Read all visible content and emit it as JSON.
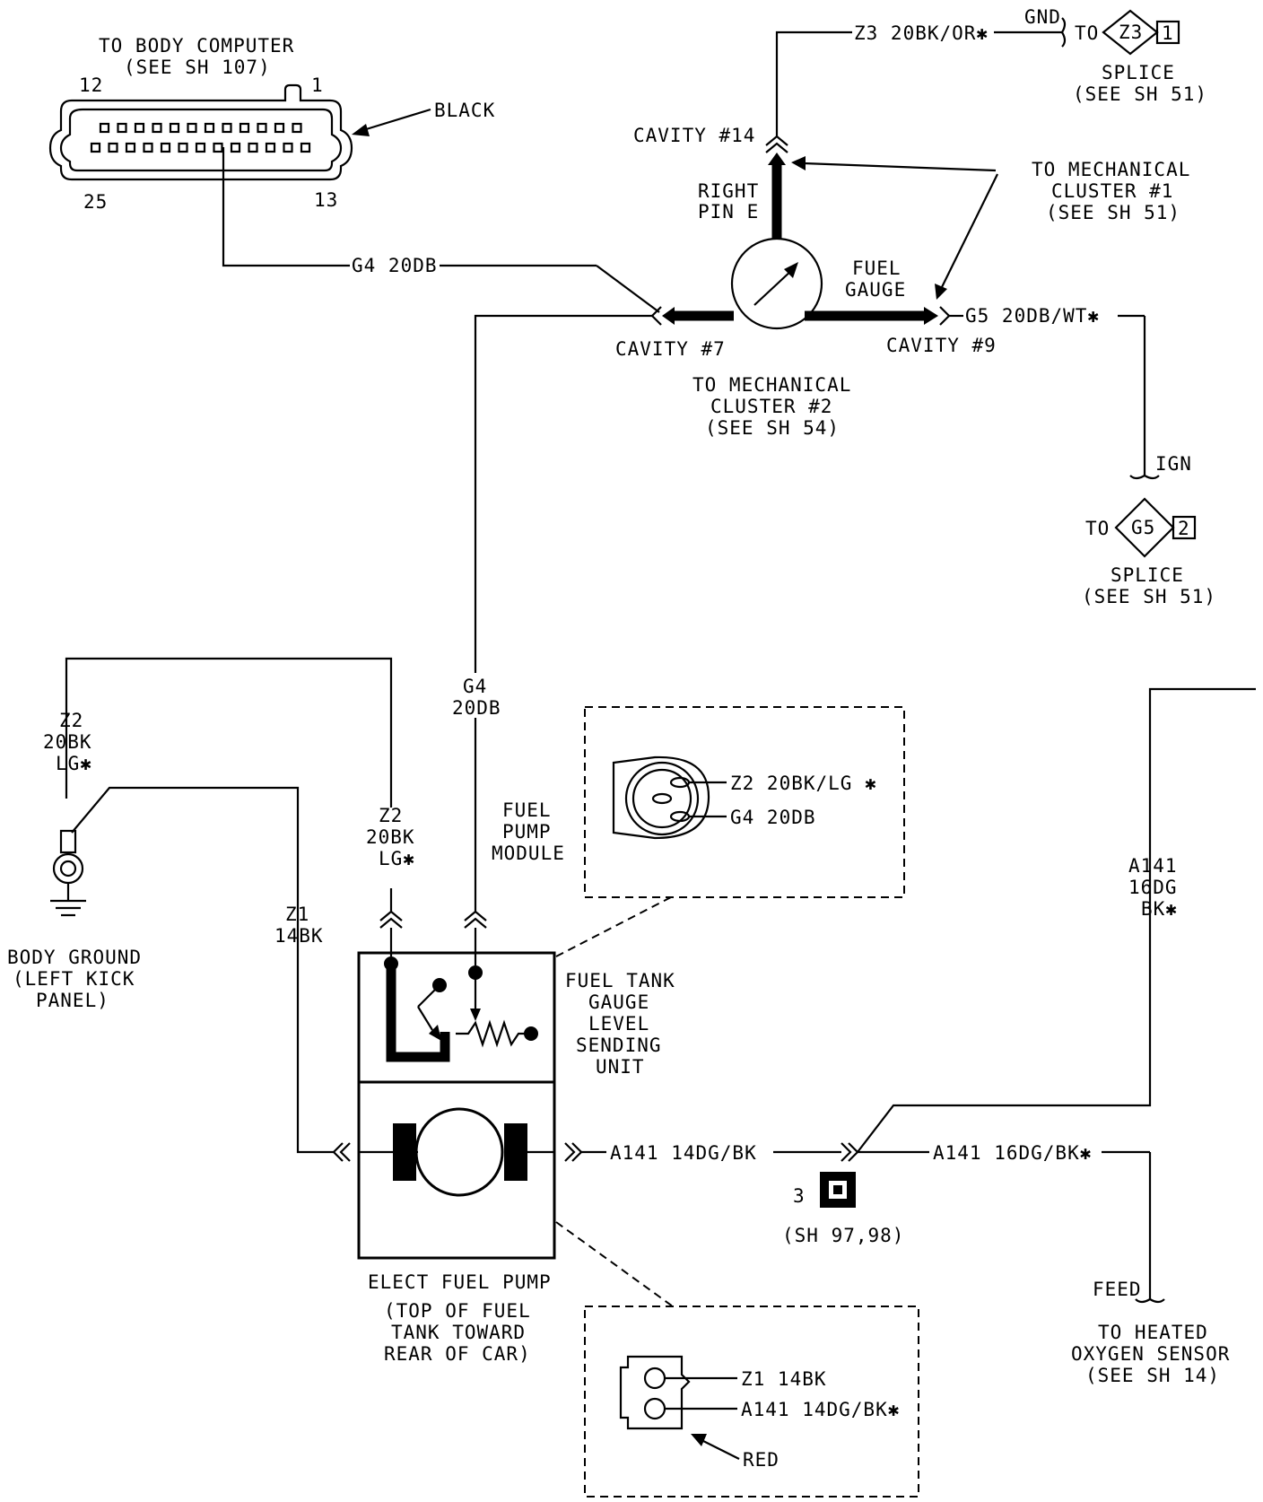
{
  "body_computer": {
    "title": "TO BODY COMPUTER",
    "ref": "(SEE SH 107)",
    "pin_12": "12",
    "pin_1": "1",
    "pin_25": "25",
    "pin_13": "13",
    "color": "BLACK"
  },
  "top_wire": {
    "label": "Z3 20BK/OR✱",
    "gnd": "GND",
    "to": "TO",
    "splice_id": "Z3",
    "splice_pin": "1",
    "splice_title": "SPLICE",
    "splice_ref": "(SEE SH 51)"
  },
  "gauge": {
    "cavity_14": "CAVITY #14",
    "right_pin_1": "RIGHT",
    "right_pin_2": "PIN E",
    "fuel_gauge_1": "FUEL",
    "fuel_gauge_2": "GAUGE",
    "cavity_7": "CAVITY #7",
    "cavity_9": "CAVITY #9",
    "mech1_1": "TO MECHANICAL",
    "mech1_2": "CLUSTER #1",
    "mech1_3": "(SEE SH 51)",
    "mech2_1": "TO MECHANICAL",
    "mech2_2": "CLUSTER #2",
    "mech2_3": "(SEE SH 54)"
  },
  "wires": {
    "g4_top": "G4 20DB",
    "g5": "G5 20DB/WT✱",
    "ign": "IGN",
    "g5_to": "TO",
    "g5_splice_id": "G5",
    "g5_splice_pin": "2",
    "g5_splice_title": "SPLICE",
    "g5_splice_ref": "(SEE SH 51)",
    "z2_left_1": "Z2",
    "z2_left_2": "20BK",
    "z2_left_3": "LG✱",
    "z2_mid_1": "Z2",
    "z2_mid_2": "20BK",
    "z2_mid_3": "LG✱",
    "g4_mid_1": "G4",
    "g4_mid_2": "20DB",
    "z1_1": "Z1",
    "z1_2": "14BK",
    "a141_right_1": "A141",
    "a141_right_2": "16DG",
    "a141_right_3": "BK✱",
    "a141_pump": "A141 14DG/BK",
    "a141_splice": "A141 16DG/BK✱",
    "splice_num": "3",
    "splice_ref": "(SH 97,98)",
    "feed": "FEED",
    "o2_1": "TO HEATED",
    "o2_2": "OXYGEN SENSOR",
    "o2_3": "(SEE SH 14)"
  },
  "ground": {
    "line1": "BODY GROUND",
    "line2": "(LEFT KICK",
    "line3": "PANEL)"
  },
  "module": {
    "fpm_1": "FUEL",
    "fpm_2": "PUMP",
    "fpm_3": "MODULE",
    "conn1_pin1": "Z2 20BK/LG ✱",
    "conn1_pin2": "G4 20DB",
    "sender_1": "FUEL TANK",
    "sender_2": "GAUGE",
    "sender_3": "LEVEL",
    "sender_4": "SENDING",
    "sender_5": "UNIT",
    "pump_1": "ELECT FUEL PUMP",
    "pump_2": "(TOP OF FUEL",
    "pump_3": "TANK TOWARD",
    "pump_4": "REAR OF CAR)",
    "conn2_pin1": "Z1 14BK",
    "conn2_pin2": "A141 14DG/BK✱",
    "conn2_color": "RED"
  }
}
